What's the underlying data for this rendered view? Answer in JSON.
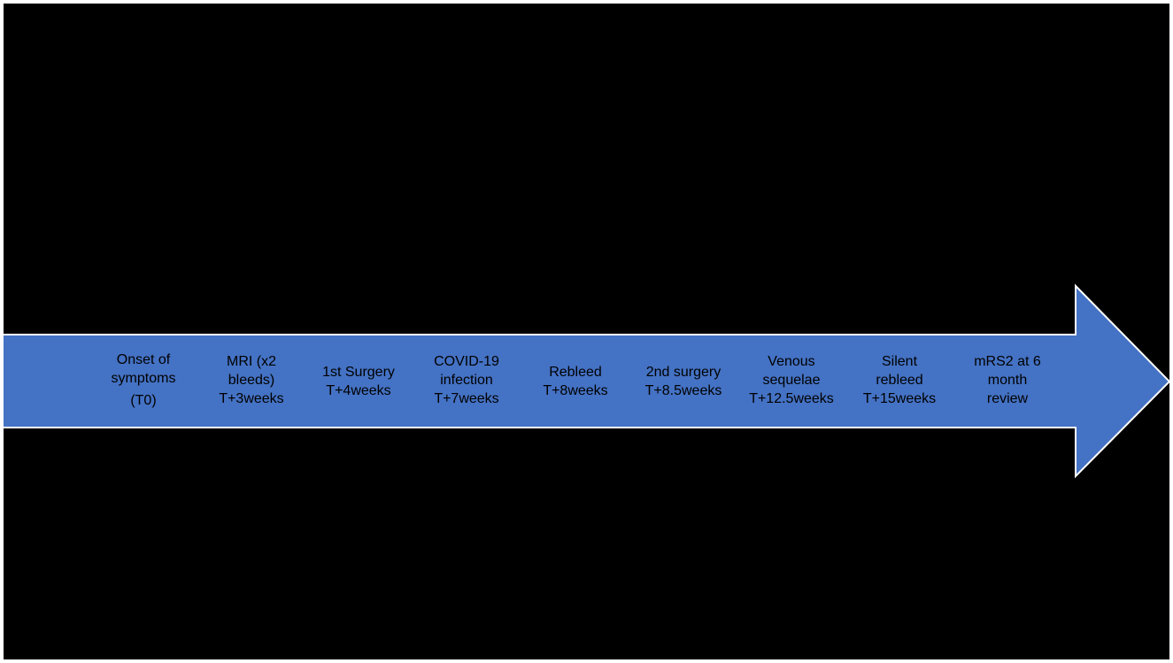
{
  "colors": {
    "background": "#000000",
    "arrow_fill": "#4472c4",
    "arrow_stroke": "#ffffff",
    "text": "#000000"
  },
  "timeline": {
    "events": [
      {
        "lines": [
          "Onset of",
          "symptoms",
          "(T0)"
        ]
      },
      {
        "lines": [
          "MRI (x2",
          "bleeds)",
          "T+3weeks"
        ]
      },
      {
        "lines": [
          "1st Surgery",
          "T+4weeks"
        ]
      },
      {
        "lines": [
          "COVID-19",
          "infection",
          "T+7weeks"
        ]
      },
      {
        "lines": [
          "Rebleed",
          "T+8weeks"
        ]
      },
      {
        "lines": [
          "2nd surgery",
          "T+8.5weeks"
        ]
      },
      {
        "lines": [
          "Venous",
          "sequelae",
          "T+12.5weeks"
        ]
      },
      {
        "lines": [
          "Silent",
          "rebleed",
          "T+15weeks"
        ]
      },
      {
        "lines": [
          "mRS2 at 6",
          "month",
          "review"
        ]
      }
    ]
  }
}
